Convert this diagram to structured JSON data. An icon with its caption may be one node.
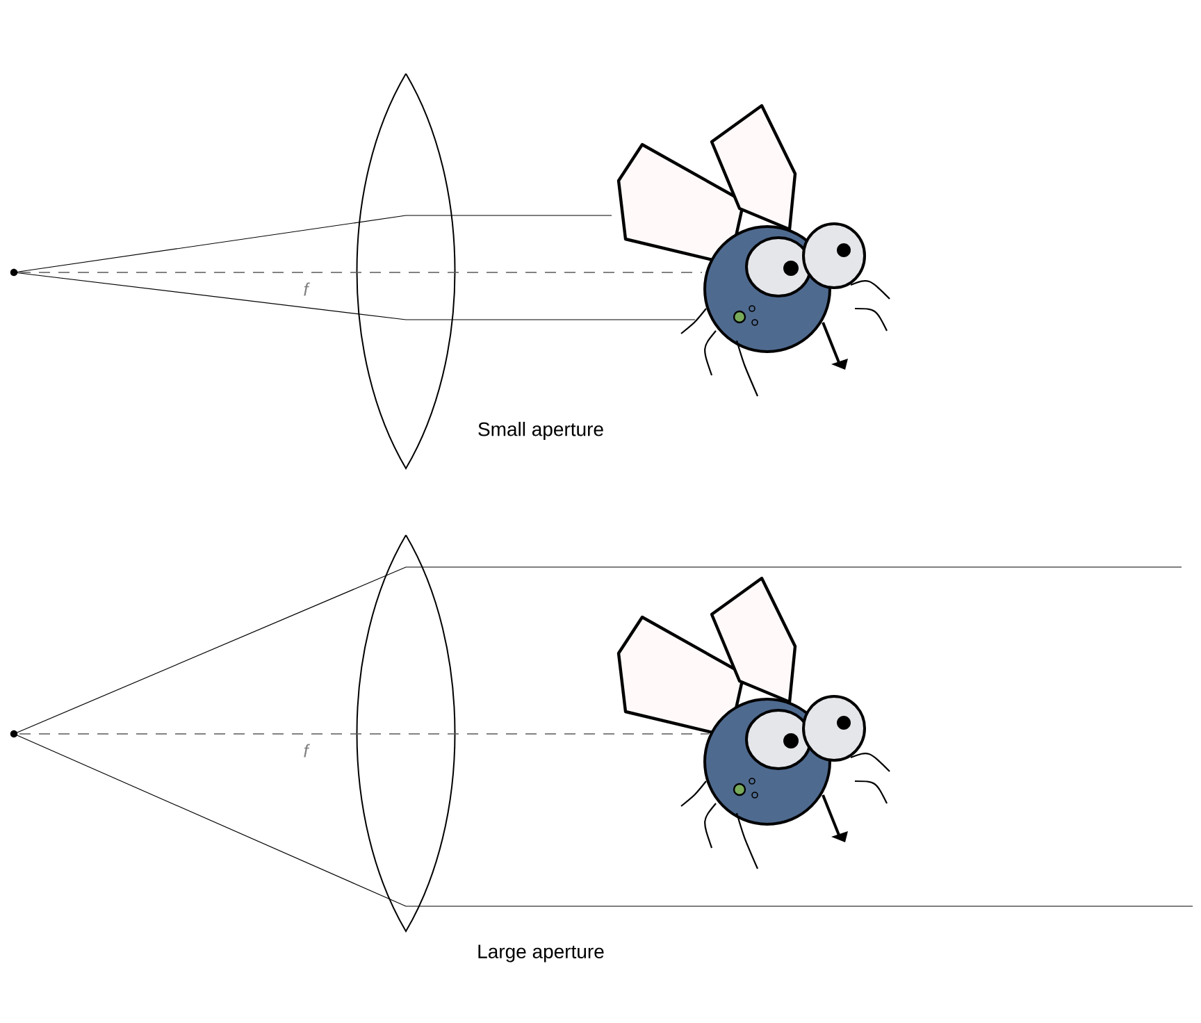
{
  "diagram": {
    "labels": [
      "f",
      "Small aperture",
      "f",
      "Large aperture"
    ]
  }
}
